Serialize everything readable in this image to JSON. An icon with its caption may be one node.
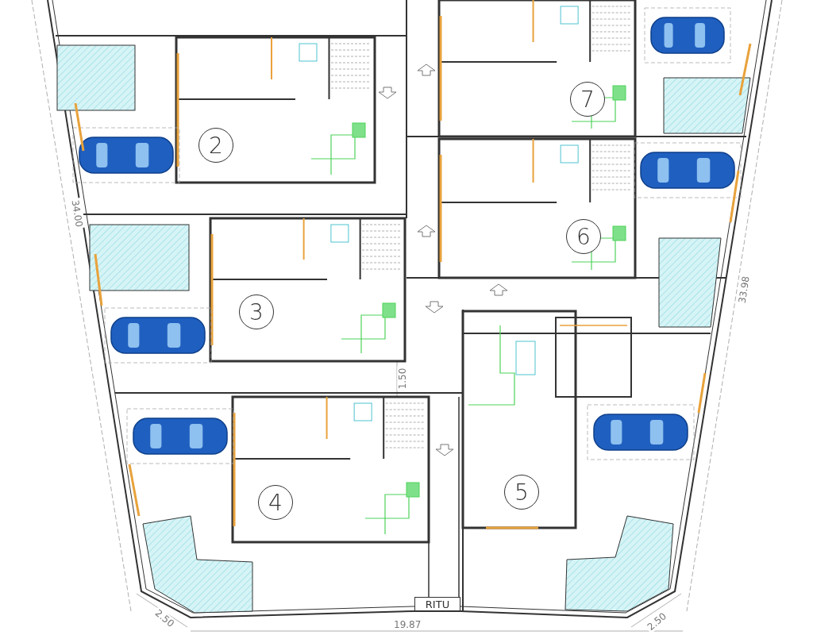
{
  "diagram": {
    "nodes": [
      {
        "text": [
          "7"
        ]
      },
      {
        "text": [
          "2"
        ]
      },
      {
        "text": [
          "6"
        ]
      },
      {
        "text": [
          "3"
        ]
      },
      {
        "text": [
          "5"
        ]
      },
      {
        "text": [
          "4"
        ]
      },
      {
        "text": [
          "RITU"
        ]
      }
    ],
    "labels": [
      "34.00",
      "33.98",
      "1.50",
      "2.50",
      "2.50",
      "19.87"
    ]
  }
}
